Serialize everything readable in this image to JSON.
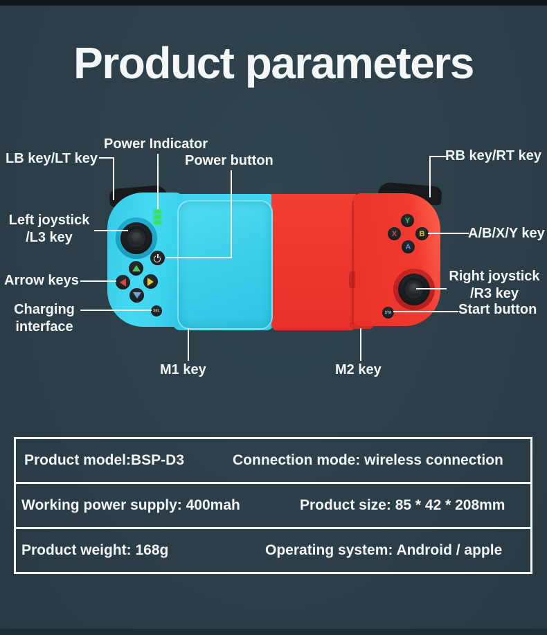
{
  "title": "Product parameters",
  "colors": {
    "background": "#2c3e48",
    "left_half_cyan": "#3bd2ee",
    "right_half_red": "#ee352c",
    "led_green": "#3ae25a",
    "label_text": "#f2f5f5",
    "dpad_up_green": "#4cc95a",
    "dpad_left_red": "#d6453f",
    "dpad_right_yellow": "#e3cb2f",
    "dpad_down_blue": "#6ca6d9",
    "letter_y_green": "#45c654",
    "letter_x_red": "#c4494e",
    "letter_b_yellow": "#d9c626",
    "letter_a_blue": "#4b8ed8"
  },
  "labels": {
    "power_indicator": "Power Indicator",
    "lb_key": "LB key/LT key",
    "power_button": "Power button",
    "rb_key": "RB key/RT key",
    "left_joystick_line1": "Left joystick",
    "left_joystick_line2": "/L3 key",
    "abxy_key": "A/B/X/Y key",
    "arrow_keys": "Arrow keys",
    "right_joystick_line1": "Right joystick",
    "right_joystick_line2": "/R3 key",
    "charging_line1": "Charging",
    "charging_line2": "interface",
    "start_button": "Start button",
    "m1_key": "M1 key",
    "m2_key": "M2 key"
  },
  "controller": {
    "buttons": {
      "select": "SEL",
      "start": "STA",
      "a": "A",
      "b": "B",
      "x": "X",
      "y": "Y"
    },
    "led_bar_count": "3"
  },
  "table": {
    "rows": [
      {
        "left": "Product model:BSP-D3",
        "right": "Connection mode: wireless connection"
      },
      {
        "left": "Working power supply: 400mah",
        "right": "Product size: 85 * 42 * 208mm"
      },
      {
        "left": "Product weight: 168g",
        "right": "Operating system: Android / apple"
      }
    ]
  }
}
